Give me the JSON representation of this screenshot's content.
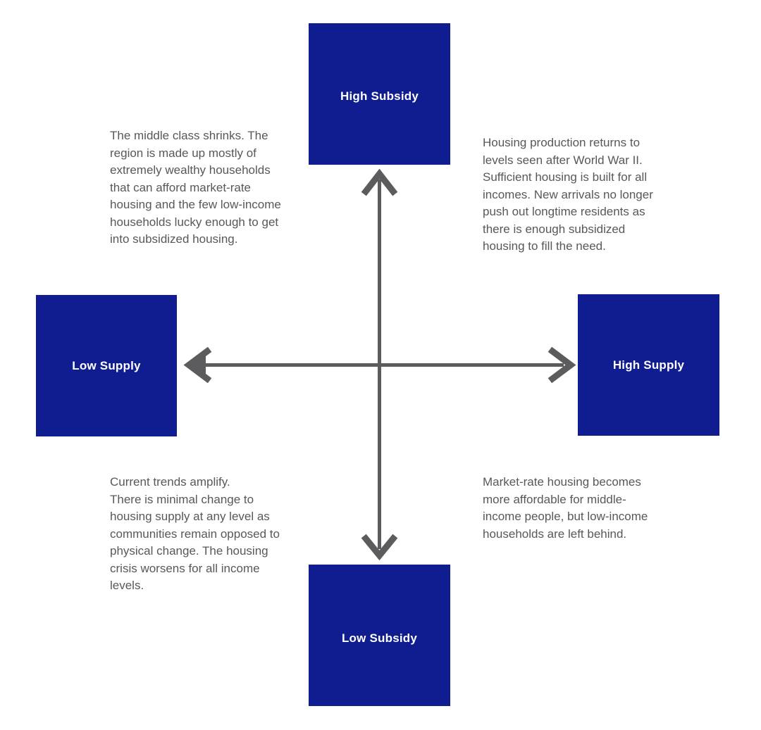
{
  "diagram": {
    "type": "two-axis-quadrant-scenario-matrix",
    "colors": {
      "box_fill": "#0F1D91",
      "box_label_text": "#FFFFFF",
      "axis_arrow": "#5C5C5E",
      "body_text": "#58585B",
      "background": "#FFFFFF"
    },
    "axes": {
      "vertical": {
        "name": "subsidy-axis",
        "top_label": "High Subsidy",
        "bottom_label": "Low Subsidy"
      },
      "horizontal": {
        "name": "supply-axis",
        "left_label": "Low Supply",
        "right_label": "High Supply"
      }
    },
    "quadrants": [
      {
        "id": "top-left",
        "position": "high-subsidy-low-supply",
        "text": "The middle class shrinks. The region is made up mostly of extremely wealthy households that can afford market-rate housing and the few low-income households lucky enough to get into subsidized housing."
      },
      {
        "id": "top-right",
        "position": "high-subsidy-high-supply",
        "text": "Housing production returns to levels seen after World War II. Sufficient housing is built for all incomes. New arrivals no longer push out longtime residents as there is enough subsidized housing to fill the need."
      },
      {
        "id": "bottom-left",
        "position": "low-subsidy-low-supply",
        "text": "Current trends amplify.\nThere is minimal change to housing supply at any level as communities remain opposed to physical change. The housing crisis worsens for all income levels."
      },
      {
        "id": "bottom-right",
        "position": "low-subsidy-high-supply",
        "text": "Market-rate housing becomes more affordable for middle-income people, but low-income households are left behind."
      }
    ]
  }
}
